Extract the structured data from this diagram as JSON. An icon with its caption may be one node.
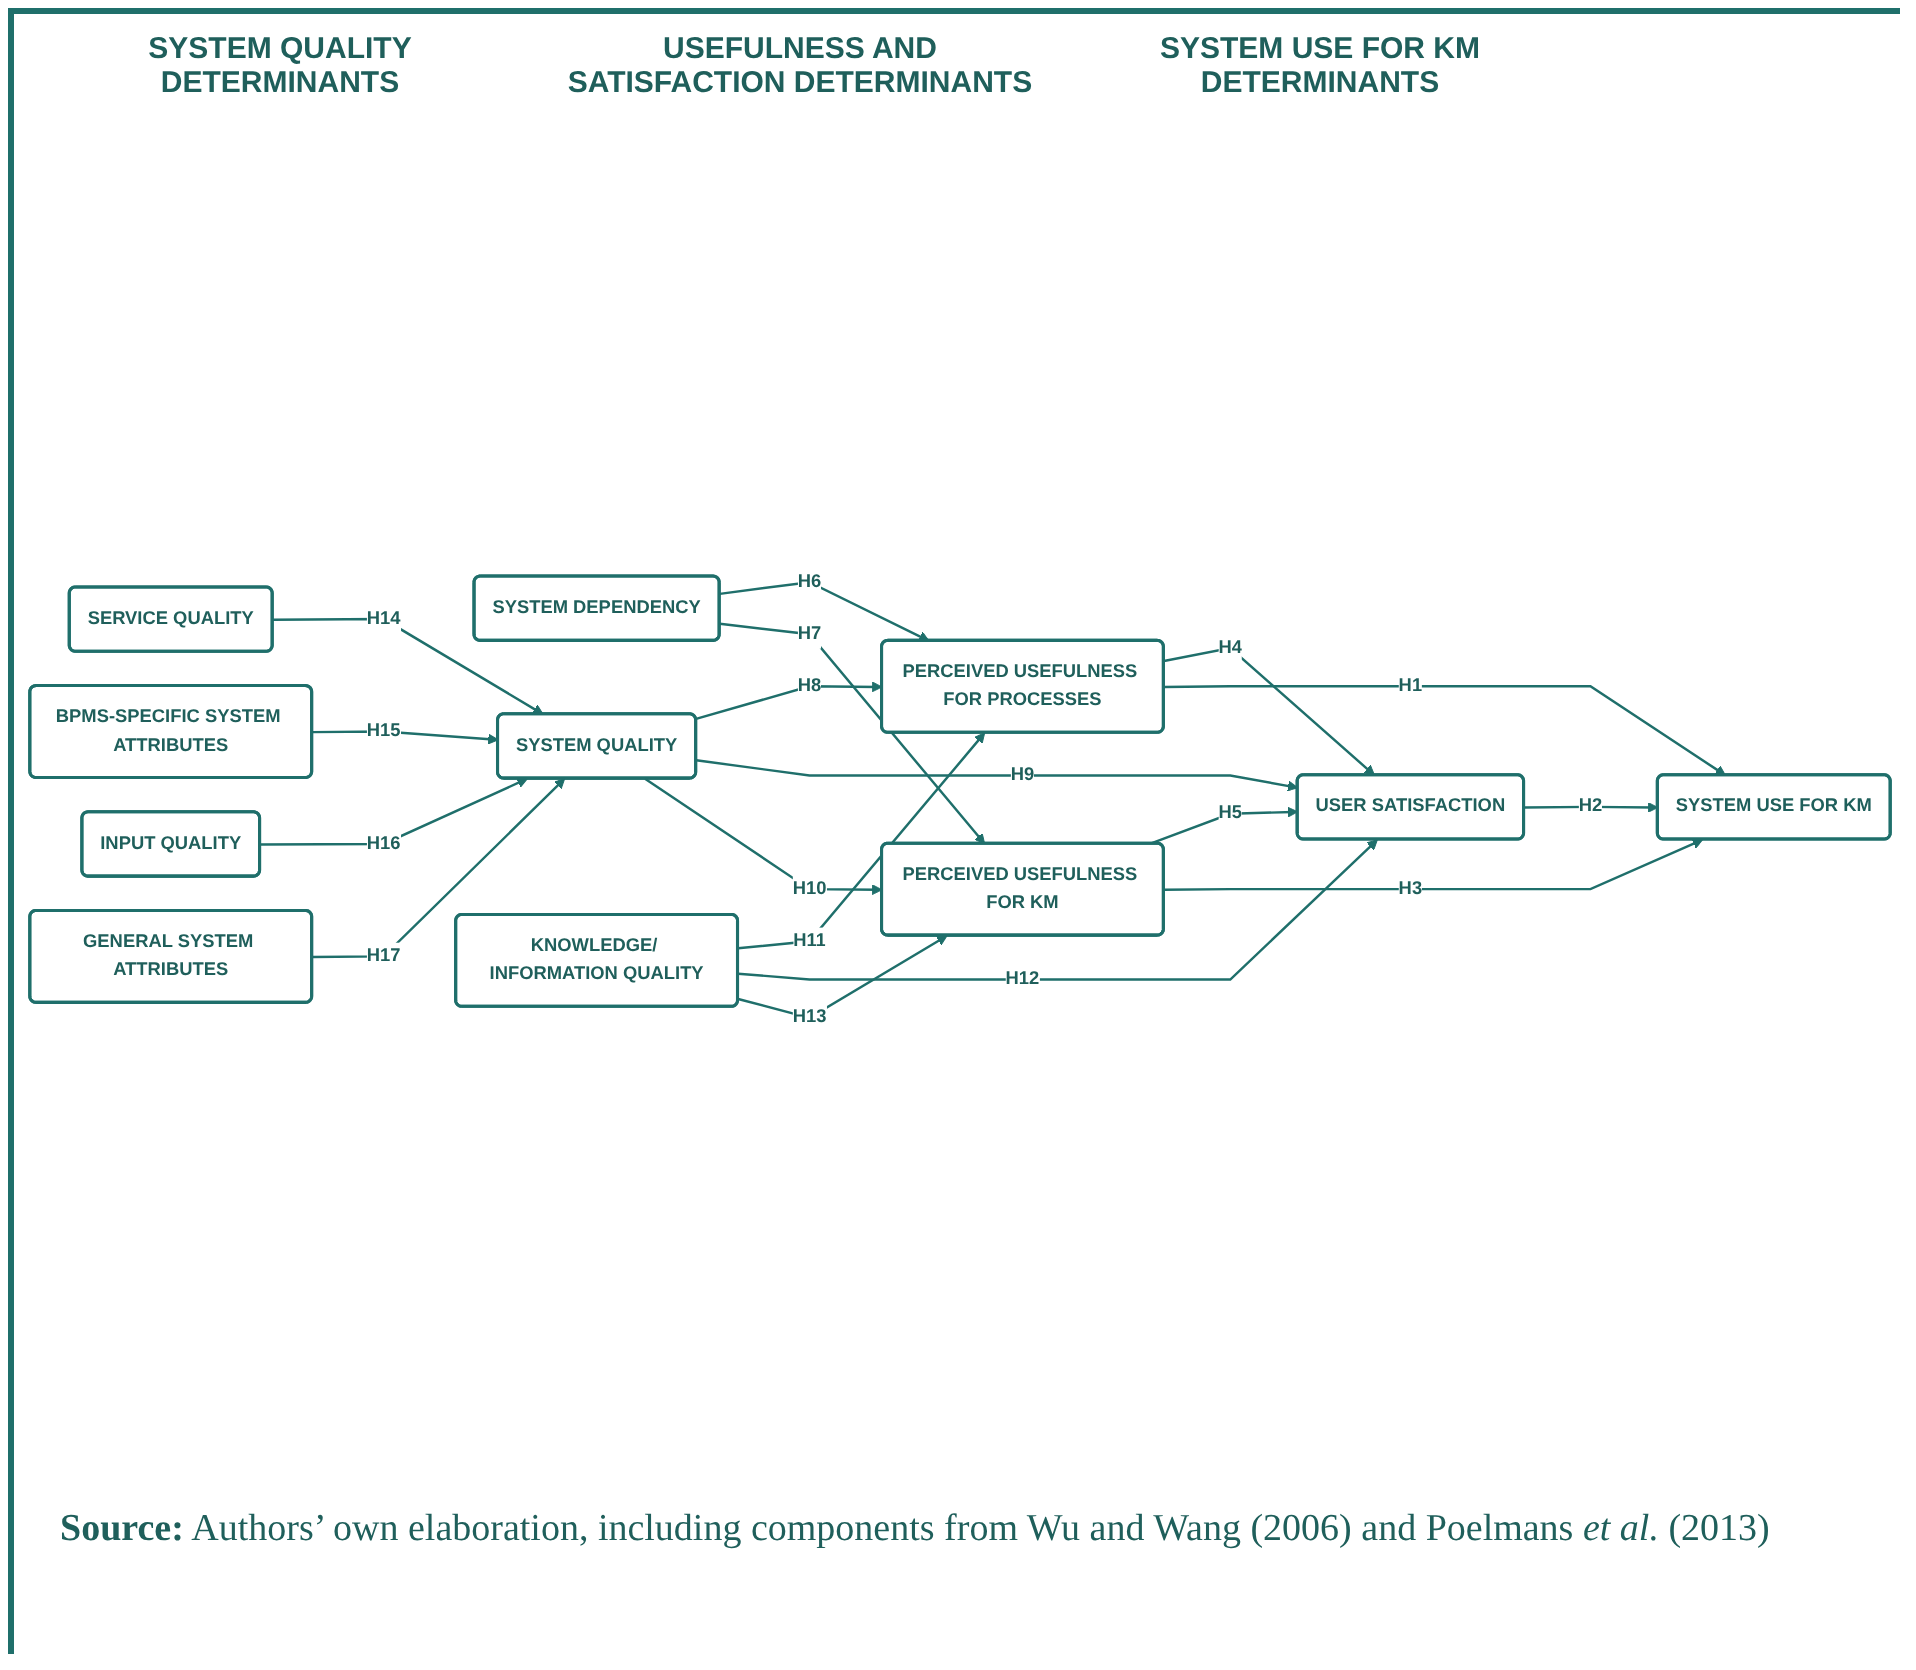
{
  "diagram": {
    "caption": "**Source:** Authors’ own elaboration, including components from Wu and Wang (2006) and Poelmans *et al.* (2013)",
    "nodes": [
      {
        "text": [
          "SERVICE QUALITY"
        ]
      },
      {
        "text": [
          "BPMS-SPECIFIC SYSTEM ATTRIBUTES"
        ]
      },
      {
        "text": [
          "INPUT QUALITY"
        ]
      },
      {
        "text": [
          "GENERAL SYSTEM ATTRIBUTES"
        ]
      },
      {
        "text": [
          "SYSTEM DEPENDENCY"
        ]
      },
      {
        "text": [
          "SYSTEM QUALITY"
        ]
      },
      {
        "text": [
          "KNOWLEDGE/ INFORMATION QUALITY"
        ]
      },
      {
        "text": [
          "PERCEIVED USEFULNESS FOR PROCESSES"
        ]
      },
      {
        "text": [
          "USER SATISFACTION"
        ]
      },
      {
        "text": [
          "PERCEIVED USEFULNESS FOR KM"
        ]
      },
      {
        "text": [
          "SYSTEM USE FOR KM"
        ]
      }
    ],
    "edges": [
      {
        "from": 0,
        "to": 5,
        "arrow": "to",
        "label": "H14"
      },
      {
        "from": 1,
        "to": 5,
        "arrow": "to",
        "label": "H15"
      },
      {
        "from": 2,
        "to": 5,
        "arrow": "to",
        "label": "H16"
      },
      {
        "from": 3,
        "to": 5,
        "arrow": "to",
        "label": "H17"
      },
      {
        "from": 4,
        "to": 7,
        "arrow": "to",
        "label": "H6"
      },
      {
        "from": 4,
        "to": 9,
        "arrow": "to",
        "label": "H7"
      },
      {
        "from": 5,
        "to": 7,
        "arrow": "to",
        "label": "H8"
      },
      {
        "from": 5,
        "to": 8,
        "arrow": "to",
        "label": "H9"
      },
      {
        "from": 5,
        "to": 9,
        "arrow": "to",
        "label": "H10"
      },
      {
        "from": 6,
        "to": 7,
        "arrow": "to",
        "label": "H11"
      },
      {
        "from": 6,
        "to": 8,
        "arrow": "to",
        "label": "H12"
      },
      {
        "from": 6,
        "to": 9,
        "arrow": "to",
        "label": "H13"
      },
      {
        "from": 7,
        "to": 8,
        "arrow": "to",
        "label": "H4"
      },
      {
        "from": 9,
        "to": 8,
        "arrow": "to",
        "label": "H5"
      },
      {
        "from": 7,
        "to": 10,
        "arrow": "to",
        "label": "H1"
      },
      {
        "from": 8,
        "to": 10,
        "arrow": "to",
        "label": "H2"
      },
      {
        "from": 9,
        "to": 10,
        "arrow": "to",
        "label": "H3"
      }
    ],
    "labels": [
      "SYSTEM QUALITY DETERMINANTS",
      "USEFULNESS AND SATISFACTION DETERMINANTS",
      "SYSTEM USE FOR KM DETERMINANTS"
    ]
  }
}
